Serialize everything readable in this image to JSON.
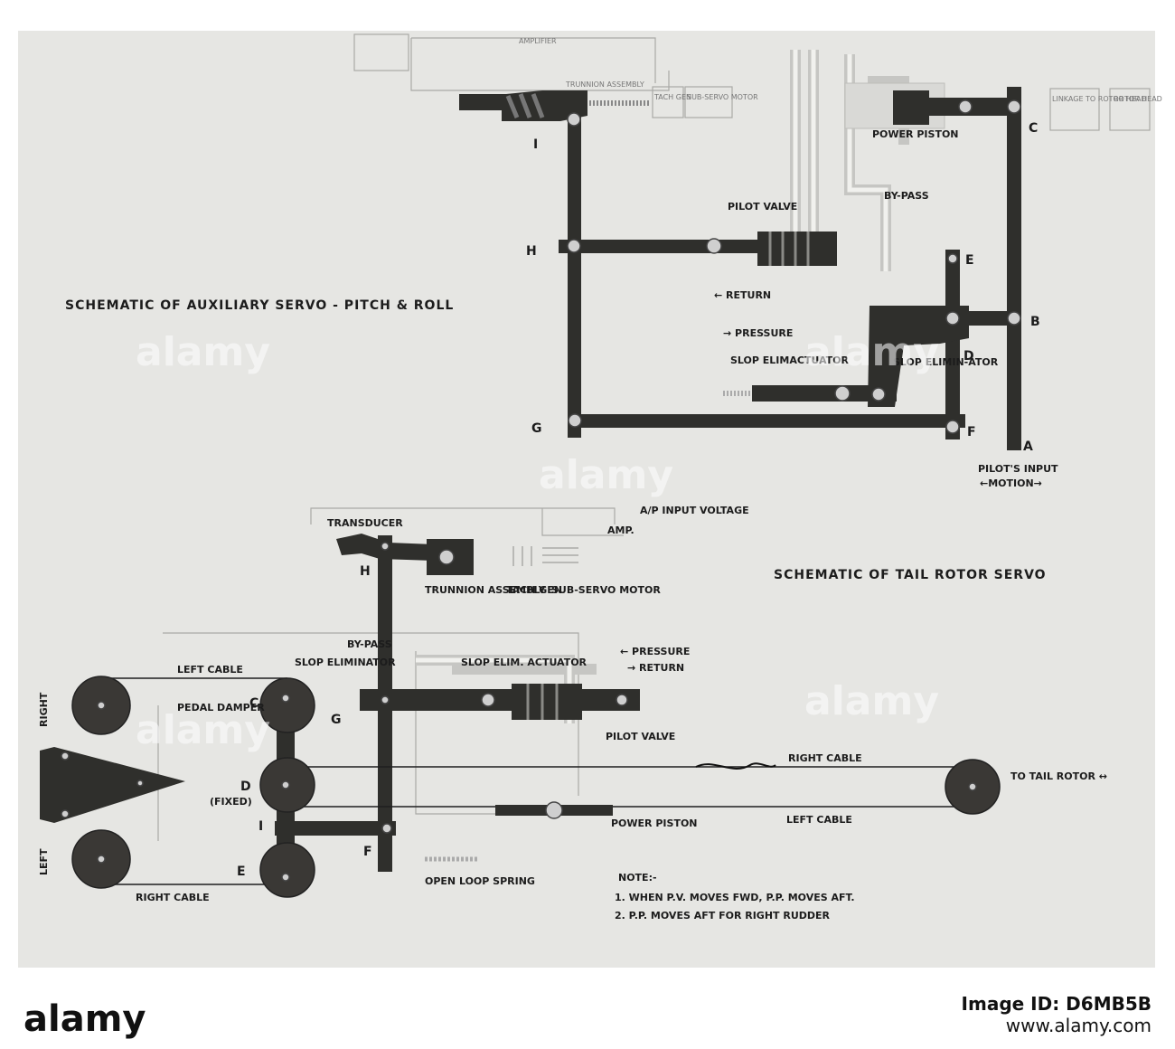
{
  "diagram": {
    "top": {
      "title": "SCHEMATIC OF AUXILIARY SERVO - PITCH & ROLL",
      "amplifier": "AMPLIFIER",
      "trunnion_assembly": "TRUNNION ASSEMBLY",
      "tach_gen": "TACH GEN",
      "sub_servo_motor": "SUB-SERVO MOTOR",
      "linkage": "LINKAGE TO ROTOR HEAD",
      "rotor_head": "ROTOR HEAD",
      "power_piston": "POWER PISTON",
      "pilot_valve": "PILOT VALVE",
      "by_pass": "BY-PASS",
      "return": "← RETURN",
      "pressure": "→ PRESSURE",
      "slop_elimactuator": "SLOP ELIMACTUATOR",
      "slop_eliminator": "SLOP ELIMIN-ATOR",
      "pilots_input": "PILOT'S INPUT",
      "motion": "←MOTION→",
      "points": {
        "I": "I",
        "H": "H",
        "G": "G",
        "C": "C",
        "E": "E",
        "B": "B",
        "D": "D",
        "F": "F",
        "A": "A"
      }
    },
    "bottom": {
      "title": "SCHEMATIC OF TAIL ROTOR SERVO",
      "transducer": "TRANSDUCER",
      "ap_input_voltage": "A/P INPUT VOLTAGE",
      "amp": "AMP.",
      "trunnion_assembly": "TRUNNION ASSEMBLY",
      "tach_gen": "TACH GEN",
      "sub_servo_motor": "SUB-SERVO MOTOR",
      "left_cable_top": "LEFT CABLE",
      "pedal_damper": "PEDAL DAMPER",
      "slop_eliminator": "SLOP ELIMINATOR",
      "by_pass": "BY-PASS",
      "slop_elim_actuator": "SLOP ELIM. ACTUATOR",
      "pressure": "← PRESSURE",
      "return": "→ RETURN",
      "pilot_valve": "PILOT VALVE",
      "right_cable_mid": "RIGHT CABLE",
      "to_tail_rotor": "TO TAIL ROTOR ↔",
      "power_piston": "POWER PISTON",
      "left_cable_mid": "LEFT CABLE",
      "fixed": "(FIXED)",
      "open_loop_spring": "OPEN LOOP SPRING",
      "right_cable_bottom": "RIGHT CABLE",
      "right": "RIGHT",
      "left": "LEFT",
      "note_title": "NOTE:-",
      "note_1": "1. WHEN P.V. MOVES FWD, P.P. MOVES AFT.",
      "note_2": "2. P.P. MOVES AFT FOR RIGHT RUDDER",
      "points": {
        "H": "H",
        "C": "C",
        "G": "G",
        "D": "D",
        "I": "I",
        "E": "E",
        "F": "F"
      }
    }
  },
  "watermark": "alamy",
  "footer": {
    "logo": "alamy",
    "image_id": "Image ID: D6MB5B",
    "url": "www.alamy.com"
  }
}
